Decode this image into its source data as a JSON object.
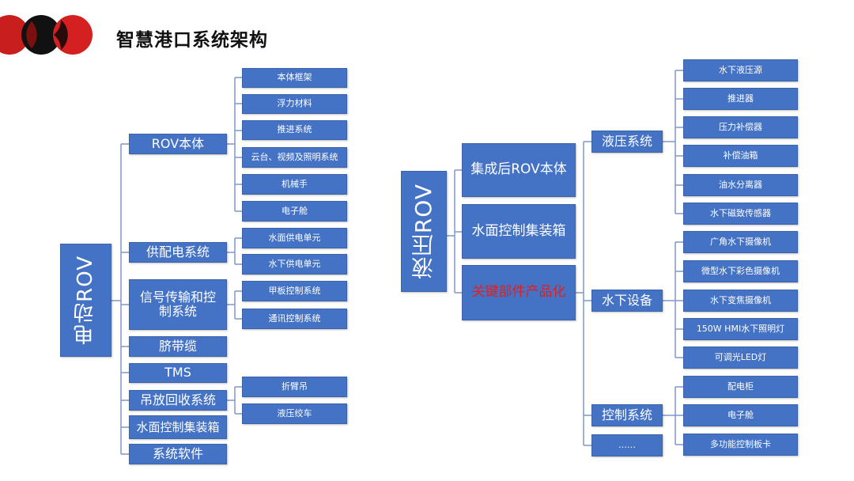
{
  "title": "智慧港口系统架构",
  "colors": {
    "box": "#4472c4",
    "line": "#7f97c9",
    "logo_red": "#d42020",
    "logo_black": "#111111",
    "highlight_text": "#e02020"
  },
  "left_tree": {
    "root": "电动ROV",
    "groups": [
      {
        "label": "ROV本体",
        "children": [
          "本体框架",
          "浮力材料",
          "推进系统",
          "云台、视频及照明系统",
          "机械手",
          "电子舱"
        ]
      },
      {
        "label": "供配电系统",
        "children": [
          "水面供电单元",
          "水下供电单元"
        ]
      },
      {
        "label": "信号传输和控制系统",
        "children": [
          "甲板控制系统",
          "通讯控制系统"
        ]
      },
      {
        "label": "脐带缆",
        "children": []
      },
      {
        "label": "TMS",
        "children": []
      },
      {
        "label": "吊放回收系统",
        "children": [
          "折臂吊",
          "液压绞车"
        ]
      },
      {
        "label": "水面控制集装箱",
        "children": []
      },
      {
        "label": "系统软件",
        "children": []
      }
    ]
  },
  "right_tree": {
    "root": "液压ROV",
    "middle": [
      "集成后ROV本体",
      "水面控制集装箱",
      "关键部件产品化"
    ],
    "groups": [
      {
        "label": "液压系统",
        "children": [
          "水下液压源",
          "推进器",
          "压力补偿器",
          "补偿油箱",
          "油水分离器",
          "水下磁致传感器"
        ]
      },
      {
        "label": "水下设备",
        "children": [
          "广角水下摄像机",
          "微型水下彩色摄像机",
          "水下变焦摄像机",
          "150W HMI水下照明灯",
          "可调光LED灯"
        ]
      },
      {
        "label": "控制系统",
        "children": [
          "配电柜",
          "电子舱",
          "多功能控制板卡"
        ]
      },
      {
        "label": "……",
        "children": []
      }
    ]
  }
}
